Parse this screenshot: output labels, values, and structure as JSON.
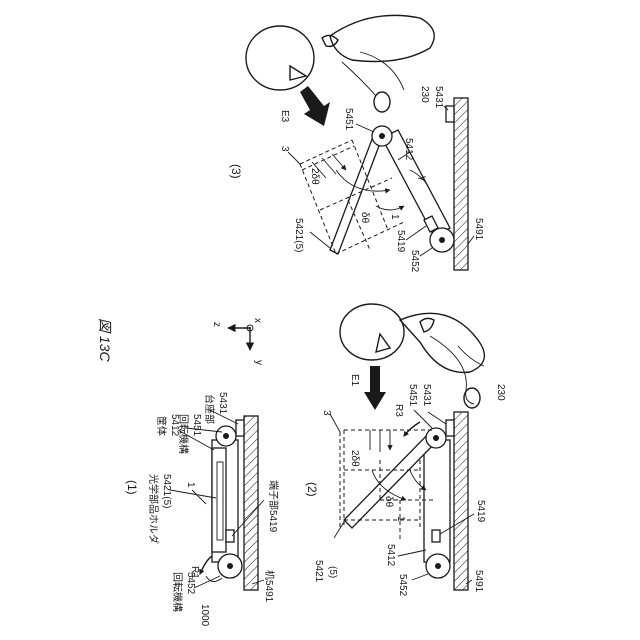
{
  "figure": {
    "title": "図 13C",
    "axes": {
      "z": "z",
      "x": "x",
      "y": "y"
    }
  },
  "panel1": {
    "label": "(1)",
    "housing_jp": "筐体",
    "housing_num": "5412",
    "holder_jp": "光学部品ホルダ",
    "holder_num": "5421(5)",
    "rot_top_jp": "回転機構",
    "rot_top_num": "5451",
    "base_jp": "台座部",
    "base_num": "5431",
    "terminal": "端子部5419",
    "desk": "机5491",
    "rot_bot_jp": "回転機構",
    "rot_bot_num": "5452",
    "device": "1000",
    "r1": "R1",
    "one": "1"
  },
  "panel2": {
    "label": "(2)",
    "e1": "E1",
    "three": "3",
    "r3": "R3",
    "num_5451": "5451",
    "num_5431": "5431",
    "two_delta": "2δθ",
    "delta": "δθ",
    "one": "1",
    "num_5421": "5421",
    "num_5421_sub": "(5)",
    "num_5412": "5412",
    "num_5452": "5452",
    "num_5419": "5419",
    "num_5491": "5491",
    "num_230": "230"
  },
  "panel3": {
    "label": "(3)",
    "e3": "E3",
    "three": "3",
    "num_5451": "5451",
    "num_5431": "5431",
    "num_5412": "5412",
    "two_delta": "2δθ",
    "delta": "δθ",
    "one": "1",
    "gamma": "γ",
    "num_5421": "5421(5)",
    "num_5419": "5419",
    "num_5452": "5452",
    "num_5491": "5491",
    "num_230": "230"
  }
}
